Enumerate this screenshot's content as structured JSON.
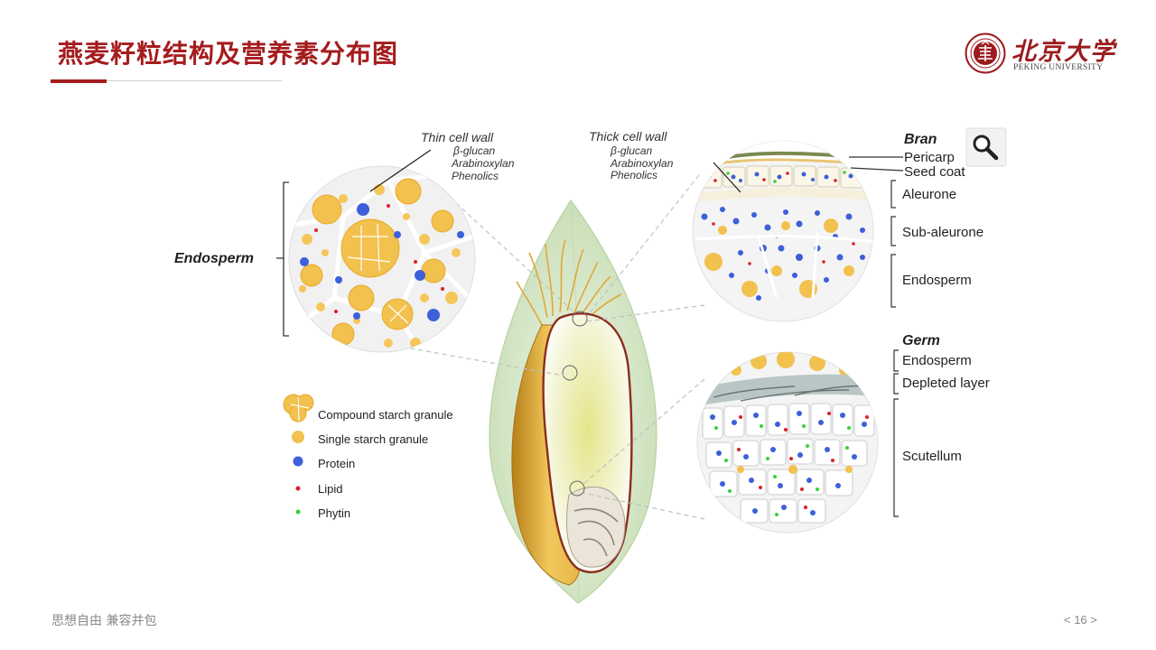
{
  "slide": {
    "title": "燕麦籽粒结构及营养素分布图",
    "footer_motto": "思想自由 兼容并包",
    "page_number": "< 16 >"
  },
  "logo": {
    "name_cn": "北京大学",
    "name_en": "PEKING UNIVERSITY"
  },
  "colors": {
    "title": "#a51c1e",
    "starch": "#f2c14e",
    "protein": "#3d5fd9",
    "lipid": "#d9202a",
    "phytin": "#38d13a",
    "leaf": "#d7e8c8",
    "grain_outline": "#8a2e1e"
  },
  "diagram": {
    "endosperm_label": "Endosperm",
    "thin_wall": {
      "title": "Thin cell wall",
      "items": [
        "β-glucan",
        "Arabinoxylan",
        "Phenolics"
      ]
    },
    "thick_wall": {
      "title": "Thick cell wall",
      "items": [
        "β-glucan",
        "Arabinoxylan",
        "Phenolics"
      ]
    },
    "bran": {
      "title": "Bran",
      "layers": [
        "Pericarp",
        "Seed coat",
        "Aleurone",
        "Sub-aleurone",
        "Endosperm"
      ]
    },
    "germ": {
      "title": "Germ",
      "layers": [
        "Endosperm",
        "Depleted layer",
        "Scutellum"
      ]
    },
    "legend": [
      {
        "label": "Compound starch granule",
        "icon": "compound-starch-icon"
      },
      {
        "label": "Single starch granule",
        "icon": "single-starch-icon"
      },
      {
        "label": "Protein",
        "icon": "protein-dot-icon"
      },
      {
        "label": "Lipid",
        "icon": "lipid-dot-icon"
      },
      {
        "label": "Phytin",
        "icon": "phytin-dot-icon"
      }
    ],
    "zoom_icon": "magnifier-icon"
  }
}
